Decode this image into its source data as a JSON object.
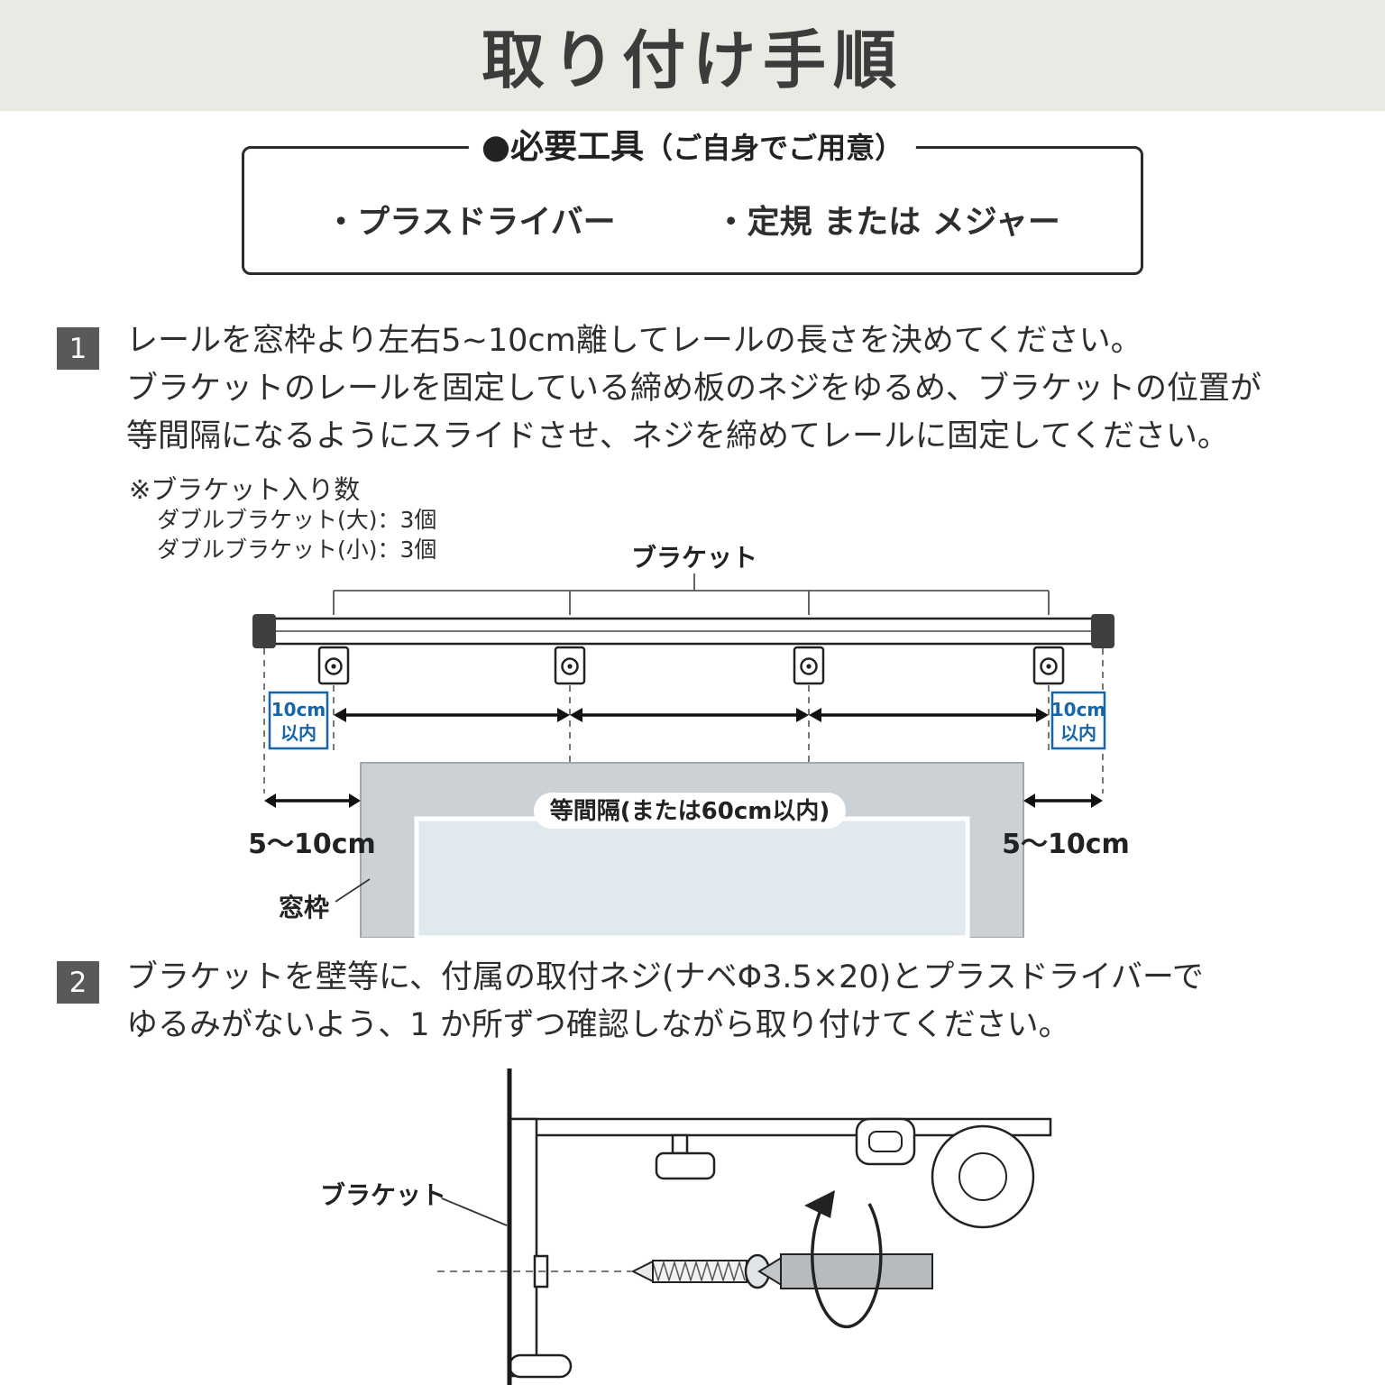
{
  "title": "取り付け手順",
  "tools_box": {
    "title_main": "●必要工具",
    "title_sub": "（ご自身でご用意）",
    "items": [
      "・プラスドライバー",
      "・定規 または メジャー"
    ]
  },
  "step1": {
    "number": "1",
    "lines": [
      "レールを窓枠より左右5~10cm離してレールの長さを決めてください。",
      "ブラケットのレールを固定している締め板のネジをゆるめ、ブラケットの位置が",
      "等間隔になるようにスライドさせ、ネジを締めてレールに固定してください。"
    ],
    "note_title": "※ブラケット入り数",
    "note_lines": [
      "ダブルブラケット(大)：3個",
      "ダブルブラケット(小)：3個"
    ],
    "diagram": {
      "bracket_label": "ブラケット",
      "left_margin": [
        "10cm",
        "以内"
      ],
      "right_margin": [
        "10cm",
        "以内"
      ],
      "spacing_label": "等間隔(または60cm以内)",
      "left_gap": "5〜10cm",
      "right_gap": "5〜10cm",
      "window_frame_label": "窓枠"
    }
  },
  "step2": {
    "number": "2",
    "lines": [
      "ブラケットを壁等に、付属の取付ネジ(ナベΦ3.5×20)とプラスドライバーで",
      "ゆるみがないよう、1 か所ずつ確認しながら取り付けてください。"
    ],
    "diagram": {
      "bracket_label": "ブラケット"
    }
  },
  "colors": {
    "header_bg": "#eae9e3",
    "body_text": "#2f2f2f",
    "step_badge_bg": "#595959",
    "dimension_blue": "#1565a8",
    "window_frame_gray": "#ccd1d5",
    "window_glass_blue": "#dfe9ee",
    "screwdriver_gray": "#b7bbbe"
  }
}
